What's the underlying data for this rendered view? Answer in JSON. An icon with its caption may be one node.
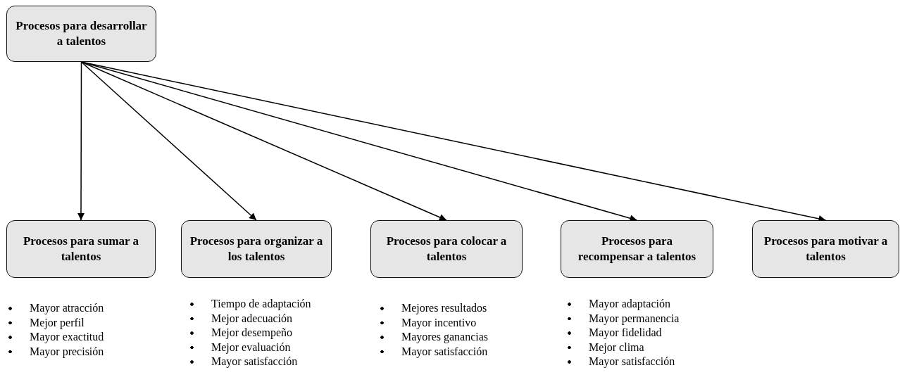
{
  "diagram": {
    "nodes": [
      {
        "text": [
          "Procesos para desarrollar a talentos"
        ]
      },
      {
        "text": [
          "Procesos para sumar a talentos"
        ],
        "beside": [
          "Mayor atracción",
          "Mejor perfil",
          "Mayor exactitud",
          "Mayor precisión"
        ]
      },
      {
        "text": [
          "Procesos para organizar a los talentos"
        ],
        "beside": [
          "Tiempo de adaptación",
          "Mejor adecuación",
          "Mejor desempeño",
          "Mejor evaluación",
          "Mayor satisfacción"
        ]
      },
      {
        "text": [
          "Procesos para colocar a talentos"
        ],
        "beside": [
          "Mejores resultados",
          "Mayor incentivo",
          "Mayores ganancias",
          "Mayor satisfacción"
        ]
      },
      {
        "text": [
          "Procesos para recompensar a talentos"
        ],
        "beside": [
          "Mayor adaptación",
          "Mayor permanencia",
          "Mayor fidelidad",
          "Mejor clima",
          "Mayor satisfacción"
        ]
      },
      {
        "text": [
          "Procesos para motivar a talentos"
        ]
      }
    ],
    "edges": [
      {
        "from": 0,
        "to": 1,
        "arrow": "to"
      },
      {
        "from": 0,
        "to": 2,
        "arrow": "to"
      },
      {
        "from": 0,
        "to": 3,
        "arrow": "to"
      },
      {
        "from": 0,
        "to": 4,
        "arrow": "to"
      },
      {
        "from": 0,
        "to": 5,
        "arrow": "to"
      }
    ]
  }
}
